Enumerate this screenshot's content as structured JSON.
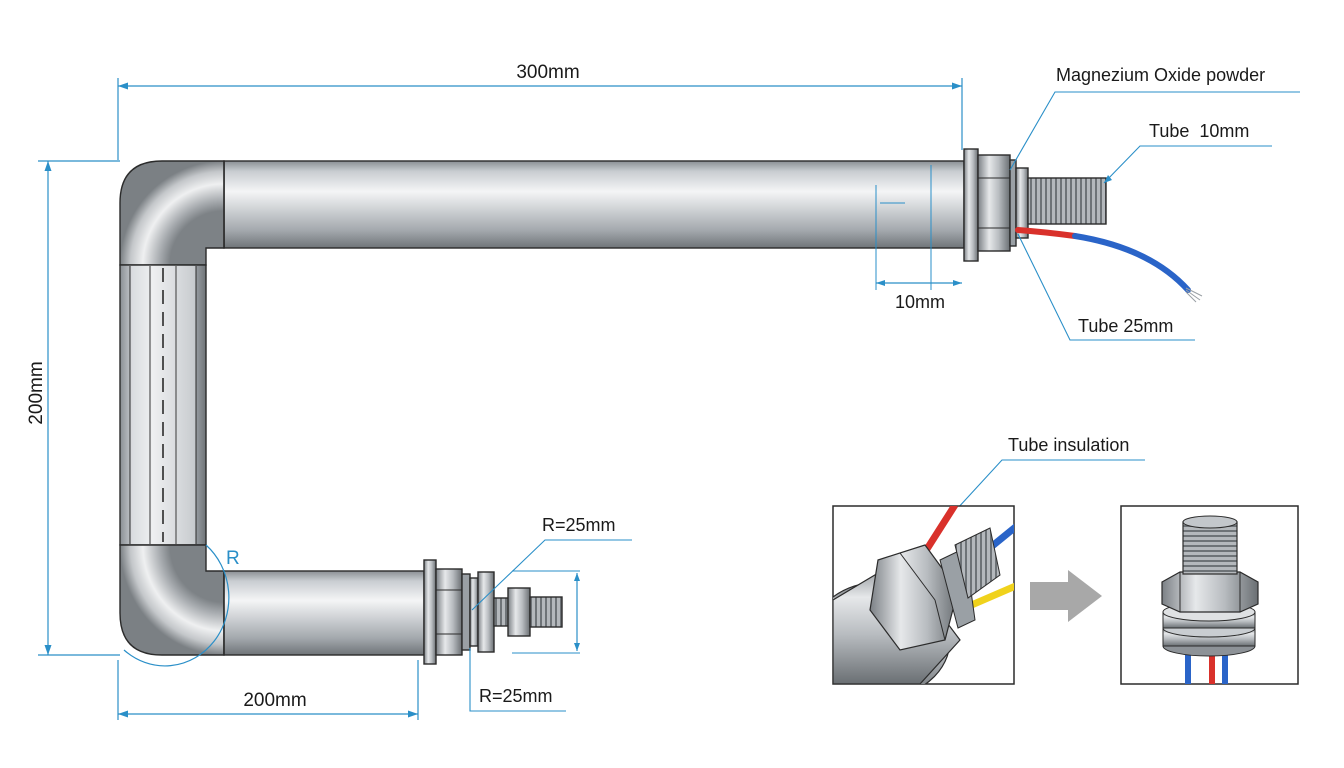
{
  "labels": {
    "dim_top": "300mm",
    "dim_left": "200mm",
    "dim_bottom": "200mm",
    "dim_end_small": "10mm",
    "magnesium_oxide": "Magnezium Oxide powder",
    "tube_10": "Tube  10mm",
    "tube_25": "Tube 25mm",
    "radius_r": "R",
    "radius_upper": "R=25mm",
    "radius_lower": "R=25mm",
    "tube_insulation": "Tube insulation"
  },
  "colors": {
    "dimension_line": "#2a8fc8",
    "wire_red": "#d9312b",
    "wire_blue": "#2a64c8",
    "wire_yellow": "#f0d21c",
    "arrow_gray": "#a8a8a8"
  },
  "icons": {
    "transition_arrow": "right-arrow-icon"
  }
}
